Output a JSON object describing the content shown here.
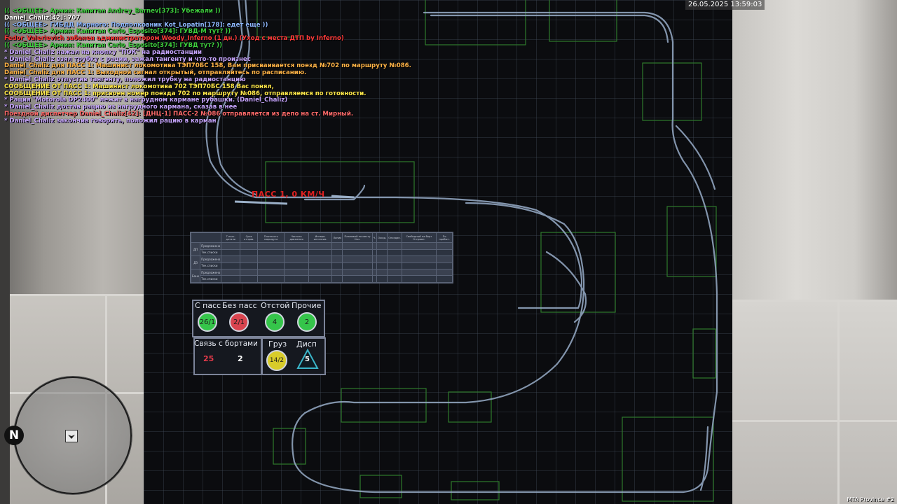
{
  "datetime": "26.05.2025 13:59:03",
  "server_label": "MTA Province #2",
  "chat": [
    {
      "text": "(( <ОБЩЕЕ> Армия: Капитан Andrey_Barnev[373]: Убежали ))",
      "color": "#3ecf3e"
    },
    {
      "text": "Daniel_Chaliz[42]: 707",
      "color": "#ffffff"
    },
    {
      "text": "(( <ОБЩЕЕ> ГИБДД Мирного: Подполковник Kot_Lopatin[178]: едет еще ))",
      "color": "#8fb8ff"
    },
    {
      "text": "(( <ОБЩЕЕ> Армия: Капитан Carlo_Esposito[374]: ГУВД-М тут? ))",
      "color": "#3ecf3e"
    },
    {
      "text": "Fedor_Valerievich забанен администратором Woody_Inferno (1 дн.) (Уход с места ДТП by Inferno)",
      "color": "#ff3b3b"
    },
    {
      "text": "(( <ОБЩЕЕ> Армия: Капитан Carlo_Esposito[374]: ГУВД тут? ))",
      "color": "#3ecf3e"
    },
    {
      "text": "* Daniel_Chaliz нажал на кнопку \"ПОК\" на радиостанции",
      "color": "#c7a6ff"
    },
    {
      "text": "* Daniel_Chaliz взял трубку с рации, зажал тангенту и что-то произнес",
      "color": "#c7a6ff"
    },
    {
      "text": "Daniel_Chaliz для ПАСС 1: Машинист локомотива ТЭП70БС 158, Вам присваивается поезд №702 по маршруту №086.",
      "color": "#ffb347"
    },
    {
      "text": "Daniel_Chaliz для ПАСС 1: Выходной сигнал открытый, отправляйтесь по расписанию.",
      "color": "#ffb347"
    },
    {
      "text": "* Daniel_Chaliz отпустив тангенту, положил трубку на радиостанцию",
      "color": "#c7a6ff"
    },
    {
      "text": "СООБЩЕНИЕ ОТ ПАСС 1: Машинист локомотива 702 ТЭП70БС 158 Вас понял,",
      "color": "#ffe84a"
    },
    {
      "text": "СООБЩЕНИЕ ОТ ПАСС 1: присвоен номер поезда 702 по маршруту №086, отправляемся по готовности.",
      "color": "#ffe84a"
    },
    {
      "text": "* Рация \"Motorola DP2400\" лежит в нагрудном кармане рубашки. (Daniel_Chaliz)",
      "color": "#c7a6ff"
    },
    {
      "text": "* Daniel_Chaliz достав рацию из нагрудного кармана, сказав в нее",
      "color": "#c7a6ff"
    },
    {
      "text": "Поездной диспетчер Daniel_Chaliz[42]: [ДНЦ-1] ПАСС-2 №086 отправляется из депо на ст. Мирный.",
      "color": "#ff6b6b"
    },
    {
      "text": "* Daniel_Chaliz закончив говорить, положил рацию в карман",
      "color": "#c7a6ff"
    }
  ],
  "train_label": "ПАСС 1, 0 КМ/Ч",
  "schedule": {
    "headers": [
      "Т.пасс. детали",
      "Срок отпрaв.",
      "Плотность маршрута",
      "Частота движения",
      "Интерв. интенсив.",
      "Линия",
      "Плановый по месту Нач.",
      "Ч.",
      "Ожид.",
      "Опоздан.",
      "Свободный на борт Отправл.",
      "По прибыт."
    ],
    "rows": [
      {
        "label": "ДП",
        "sub": [
          "Предложено",
          "Тек.списки"
        ]
      },
      {
        "label": "ДЗ",
        "sub": [
          "Предложено",
          "Тек.списки"
        ]
      },
      {
        "label": "Банк",
        "sub": [
          "Предложено",
          "Тек.списки"
        ]
      }
    ]
  },
  "stats": {
    "passenger": {
      "title": "С пасс",
      "value": "26/1",
      "color": "#35c54a"
    },
    "no_passenger": {
      "title": "Без пасс",
      "value": "2/1",
      "color": "#d9444f"
    },
    "parked": {
      "title": "Отстой",
      "value": "4",
      "color": "#35c54a"
    },
    "other": {
      "title": "Прочие",
      "value": "2",
      "color": "#35c54a"
    },
    "connection": {
      "title": "Связь с бортами",
      "red": "25",
      "white": "2"
    },
    "cargo": {
      "title": "Груз",
      "value": "14/2",
      "color": "#d8cc2a"
    },
    "dispatch": {
      "title": "Дисп",
      "value": "5",
      "color": "#3ab5c9"
    }
  },
  "minimap": {
    "north_label": "N"
  }
}
